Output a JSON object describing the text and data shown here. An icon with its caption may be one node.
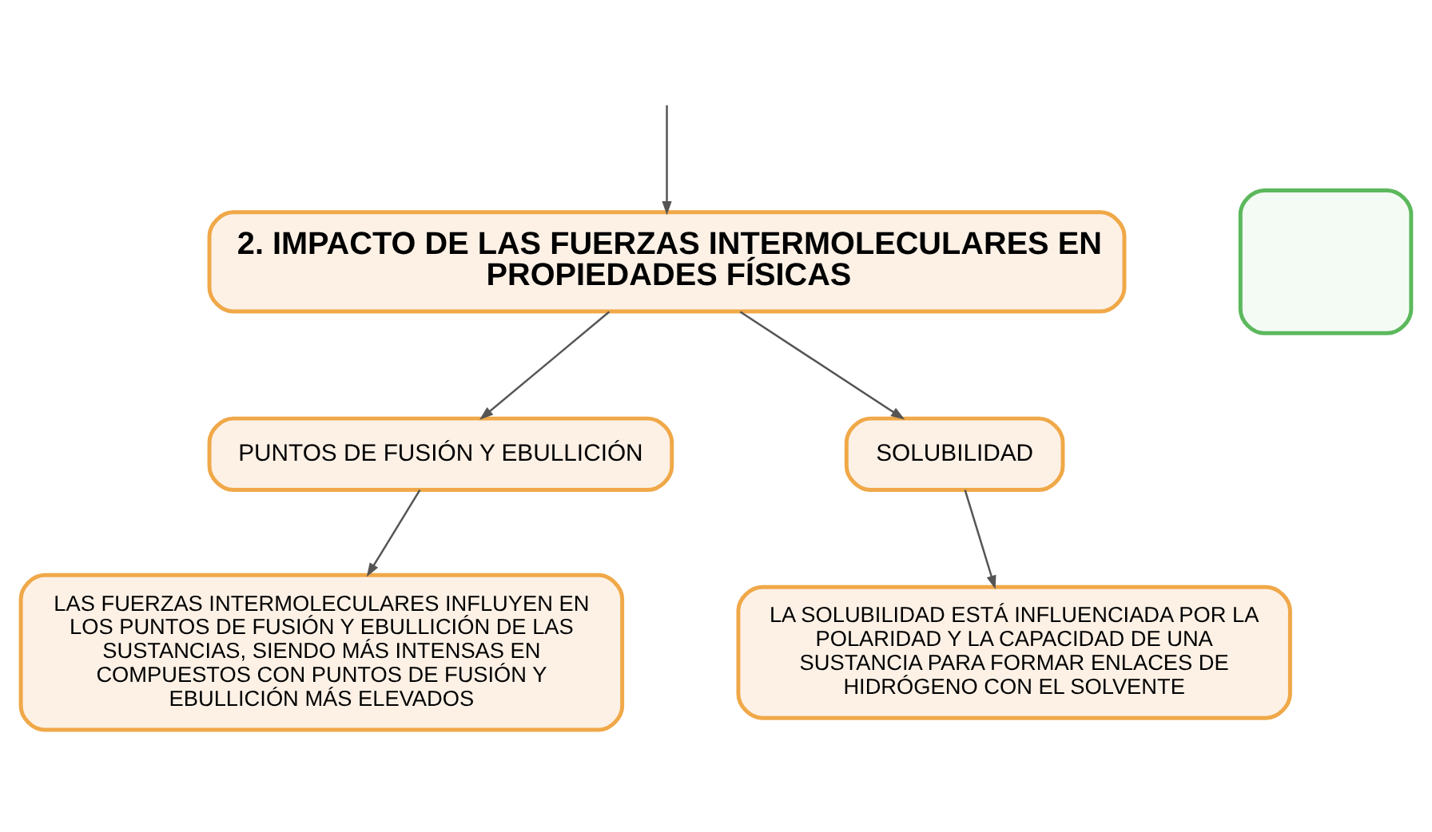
{
  "diagram": {
    "nodes": [
      {
        "text": [
          "2. IMPACTO DE LAS FUERZAS INTERMOLECULARES EN PROPIEDADES FÍSICAS"
        ]
      },
      {
        "text": [
          "PUNTOS DE FUSIÓN Y EBULLICIÓN"
        ]
      },
      {
        "text": [
          "SOLUBILIDAD"
        ]
      },
      {
        "text": [
          "LAS FUERZAS INTERMOLECULARES INFLUYEN EN LOS PUNTOS DE FUSIÓN Y EBULLICIÓN DE LAS SUSTANCIAS, SIENDO MÁS INTENSAS EN COMPUESTOS CON PUNTOS DE FUSIÓN Y EBULLICIÓN MÁS ELEVADOS"
        ]
      },
      {
        "text": [
          "LA SOLUBILIDAD ESTÁ INFLUENCIADA POR LA POLARIDAD Y LA CAPACIDAD DE UNA SUSTANCIA PARA FORMAR ENLACES DE HIDRÓGENO CON EL SOLVENTE"
        ]
      },
      {
        "text": [],
        "shape": "box"
      }
    ],
    "edges": [
      {
        "from": null,
        "to": 0,
        "arrow": "to"
      },
      {
        "from": 0,
        "to": 1,
        "arrow": "to"
      },
      {
        "from": 0,
        "to": 2,
        "arrow": "to"
      },
      {
        "from": 1,
        "to": 3,
        "arrow": "to"
      },
      {
        "from": 2,
        "to": 4,
        "arrow": "to"
      }
    ]
  }
}
